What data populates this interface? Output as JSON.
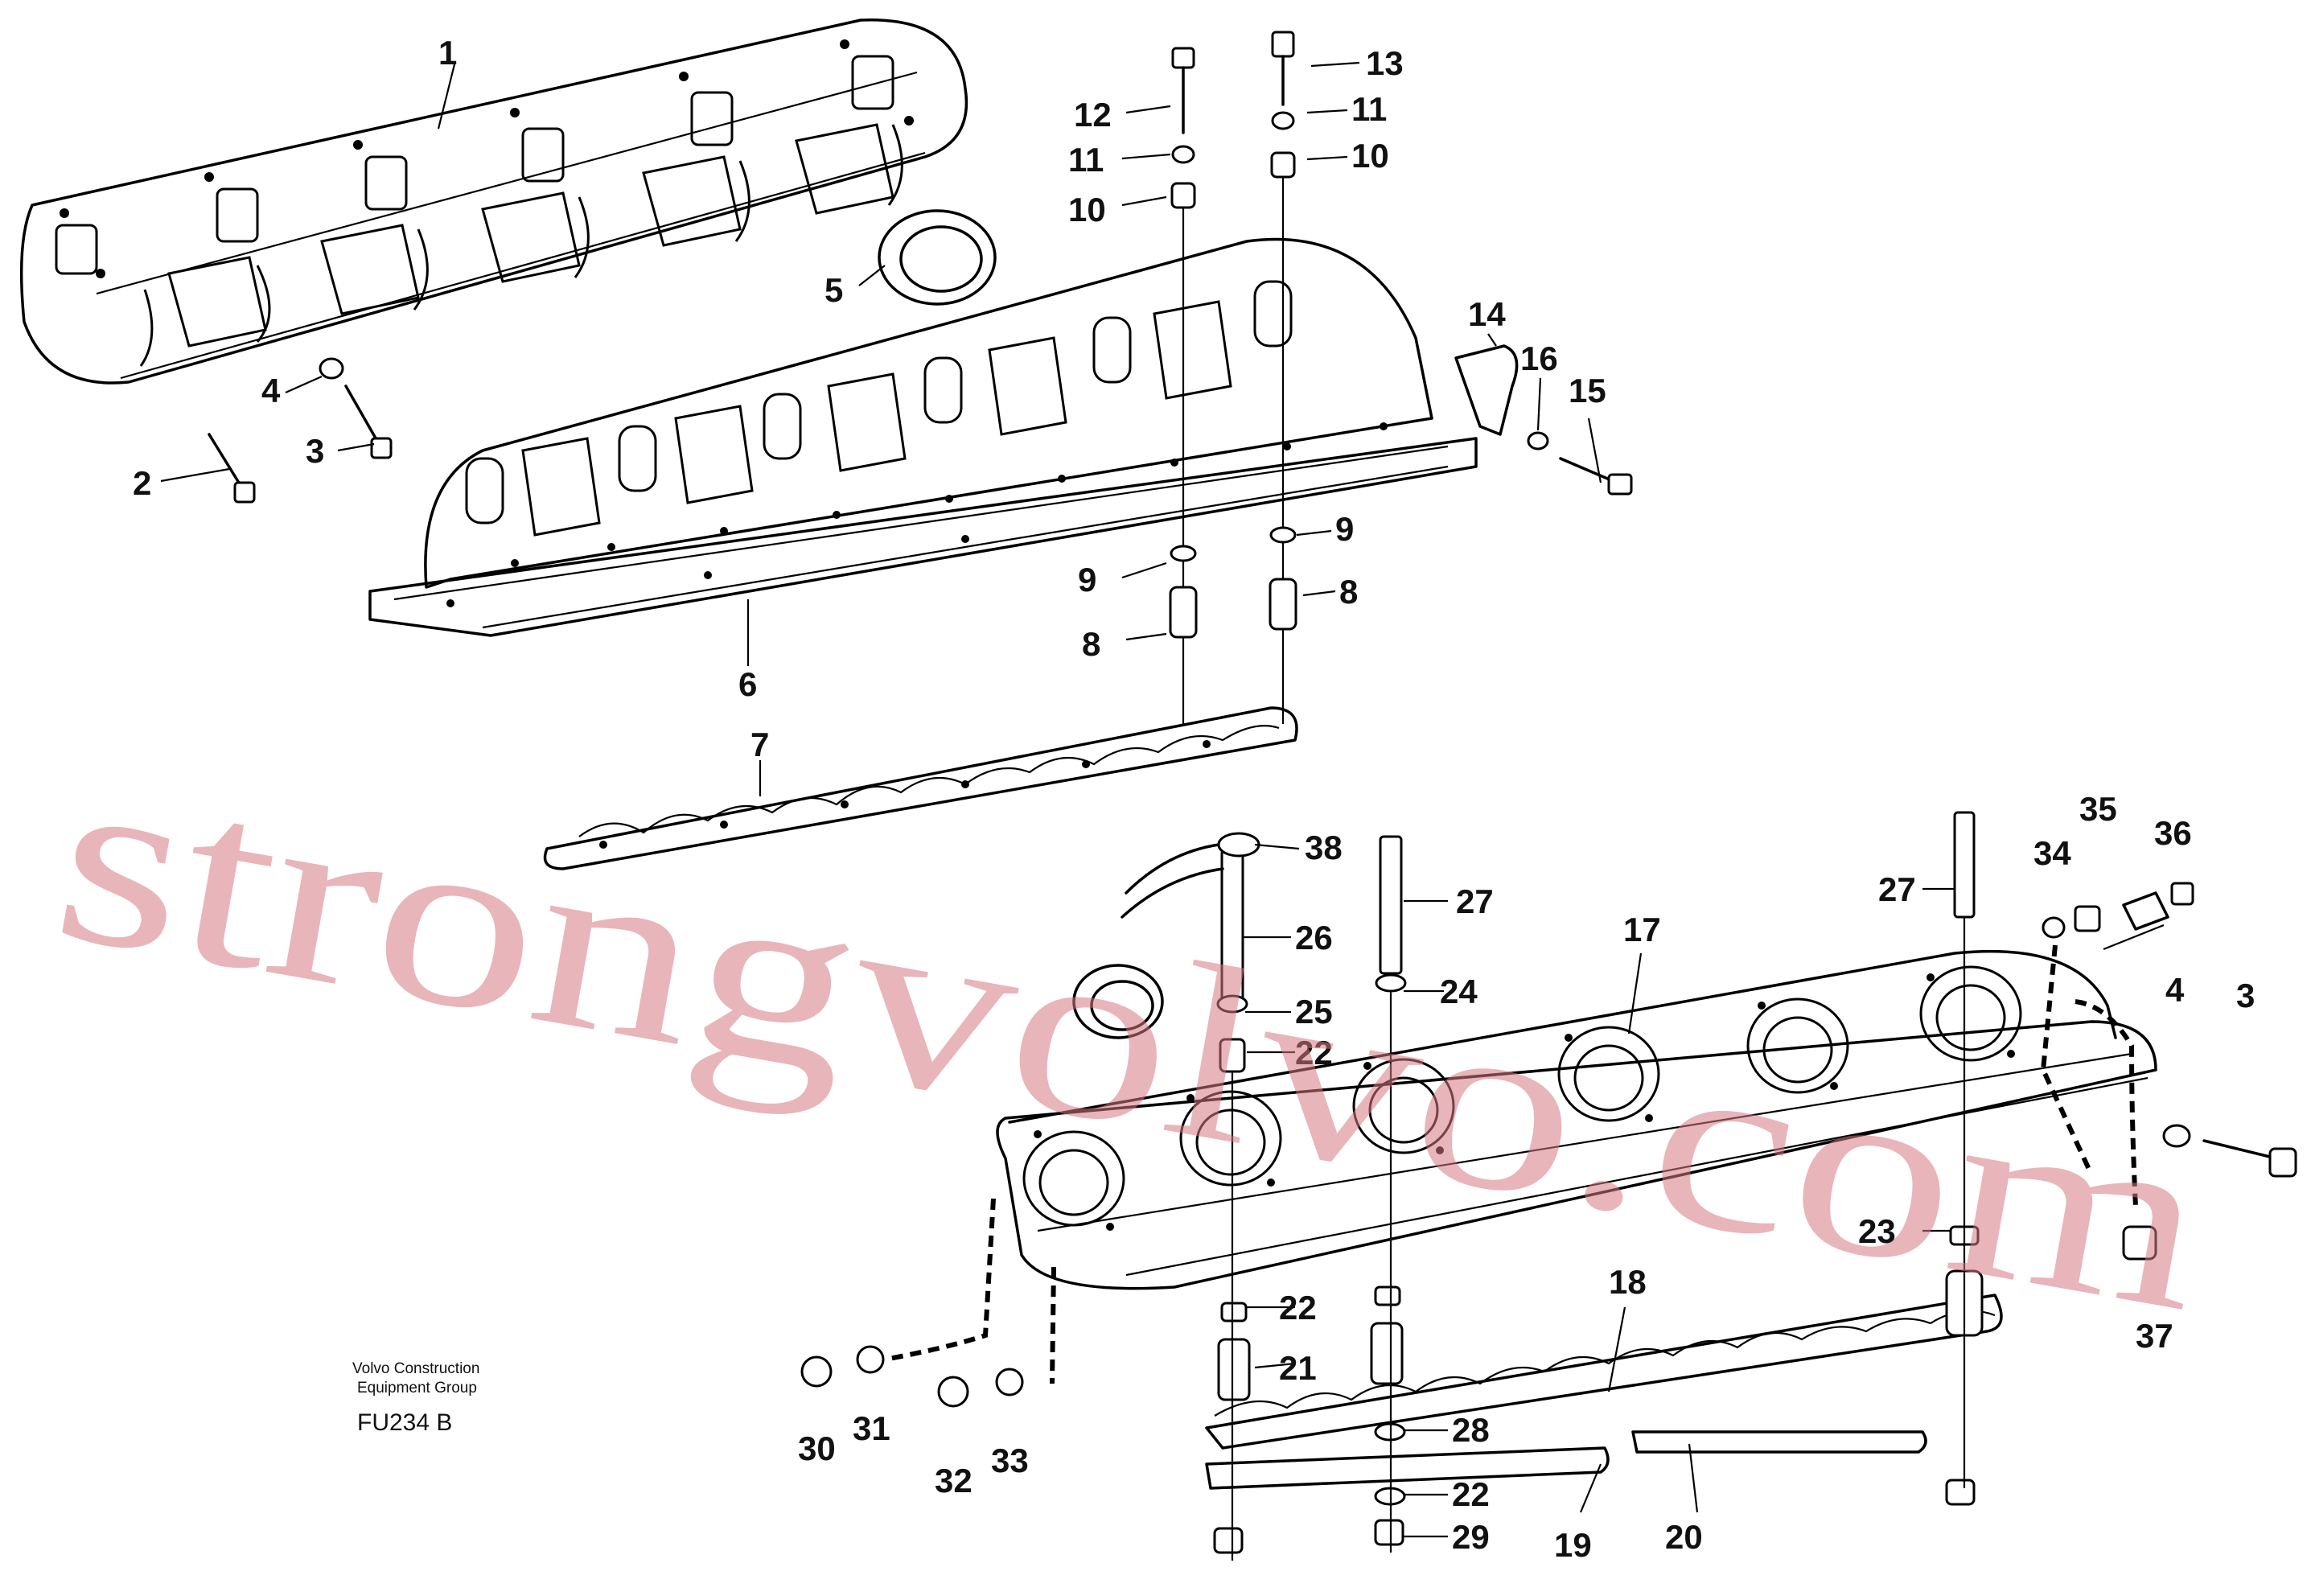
{
  "watermark": "strongvolvo.com",
  "footer": {
    "line1": "Volvo Construction",
    "line2": "Equipment Group",
    "code": "FU234 B"
  },
  "callouts": [
    {
      "id": "c1",
      "label": "1"
    },
    {
      "id": "c2",
      "label": "2"
    },
    {
      "id": "c3",
      "label": "3"
    },
    {
      "id": "c4",
      "label": "4"
    },
    {
      "id": "c5",
      "label": "5"
    },
    {
      "id": "c6",
      "label": "6"
    },
    {
      "id": "c7",
      "label": "7"
    },
    {
      "id": "c8a",
      "label": "8"
    },
    {
      "id": "c8b",
      "label": "8"
    },
    {
      "id": "c9a",
      "label": "9"
    },
    {
      "id": "c9b",
      "label": "9"
    },
    {
      "id": "c10a",
      "label": "10"
    },
    {
      "id": "c10b",
      "label": "10"
    },
    {
      "id": "c11a",
      "label": "11"
    },
    {
      "id": "c11b",
      "label": "11"
    },
    {
      "id": "c12",
      "label": "12"
    },
    {
      "id": "c13",
      "label": "13"
    },
    {
      "id": "c14",
      "label": "14"
    },
    {
      "id": "c15",
      "label": "15"
    },
    {
      "id": "c16",
      "label": "16"
    },
    {
      "id": "c17",
      "label": "17"
    },
    {
      "id": "c18",
      "label": "18"
    },
    {
      "id": "c19",
      "label": "19"
    },
    {
      "id": "c20",
      "label": "20"
    },
    {
      "id": "c21",
      "label": "21"
    },
    {
      "id": "c22a",
      "label": "22"
    },
    {
      "id": "c22b",
      "label": "22"
    },
    {
      "id": "c22c",
      "label": "22"
    },
    {
      "id": "c23",
      "label": "23"
    },
    {
      "id": "c24",
      "label": "24"
    },
    {
      "id": "c25",
      "label": "25"
    },
    {
      "id": "c26",
      "label": "26"
    },
    {
      "id": "c27a",
      "label": "27"
    },
    {
      "id": "c27b",
      "label": "27"
    },
    {
      "id": "c28",
      "label": "28"
    },
    {
      "id": "c29",
      "label": "29"
    },
    {
      "id": "c30",
      "label": "30"
    },
    {
      "id": "c31",
      "label": "31"
    },
    {
      "id": "c32",
      "label": "32"
    },
    {
      "id": "c33",
      "label": "33"
    },
    {
      "id": "c34",
      "label": "34"
    },
    {
      "id": "c35",
      "label": "35"
    },
    {
      "id": "c36",
      "label": "36"
    },
    {
      "id": "c37",
      "label": "37"
    },
    {
      "id": "c38",
      "label": "38"
    },
    {
      "id": "c3b",
      "label": "3"
    },
    {
      "id": "c4b",
      "label": "4"
    }
  ]
}
